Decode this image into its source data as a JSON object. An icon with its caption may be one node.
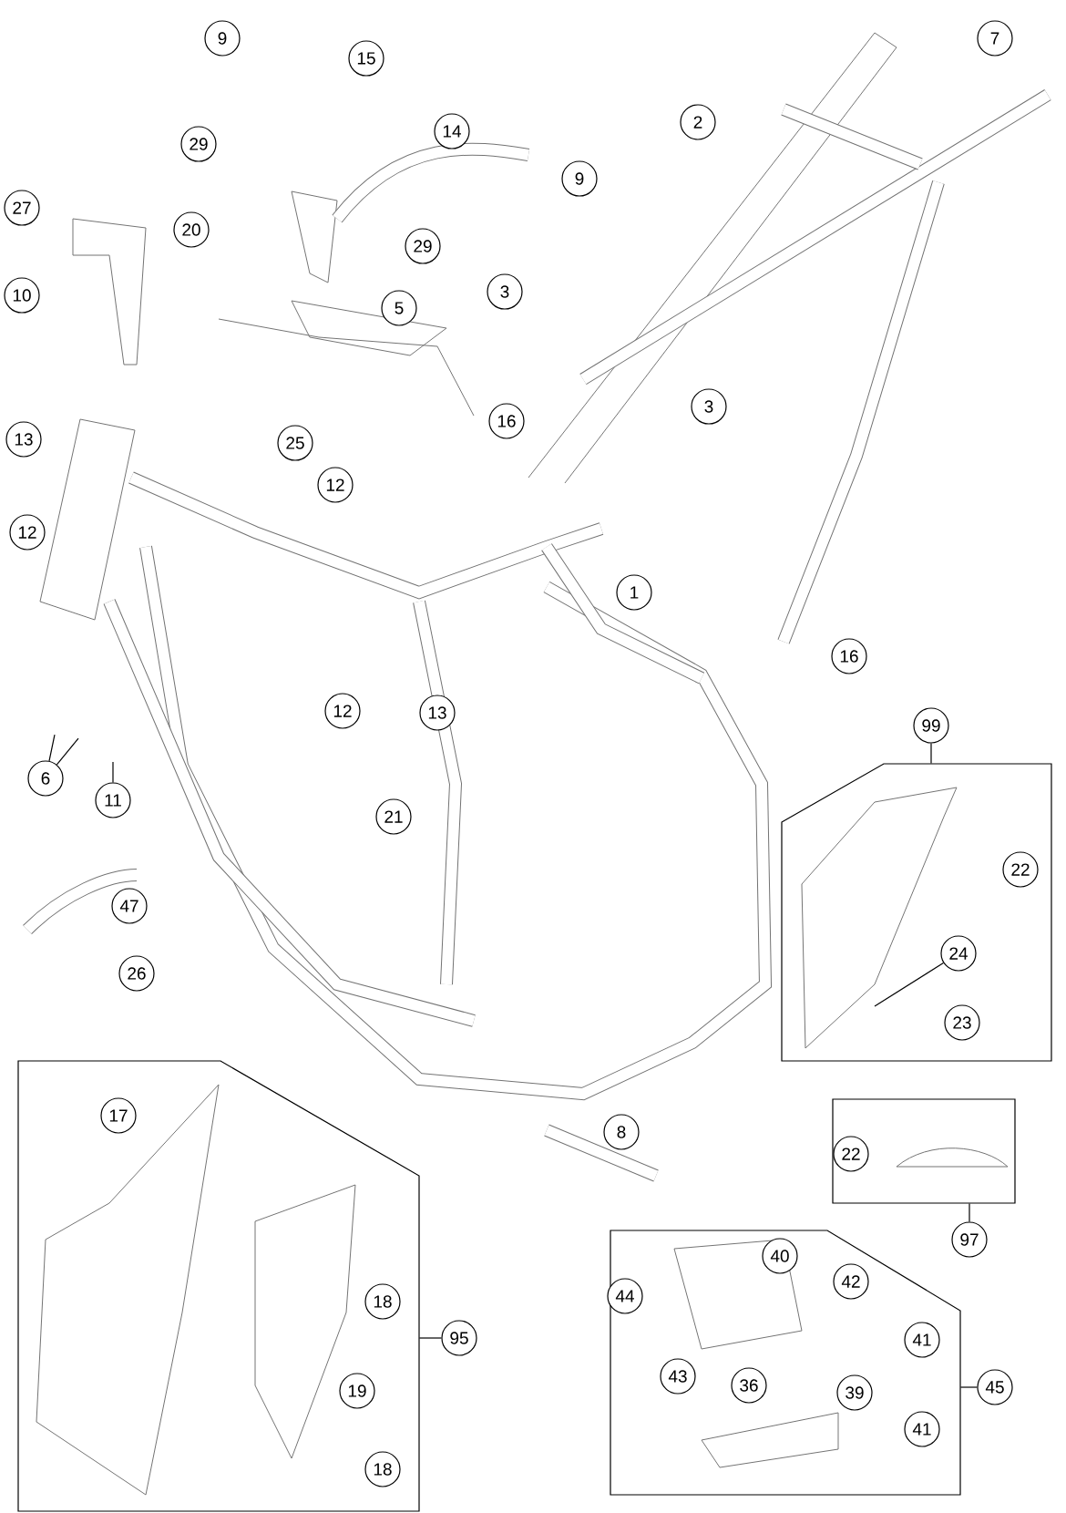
{
  "diagram": {
    "nodes": [
      {
        "text": [
          "6"
        ]
      },
      {
        "text": [
          "11"
        ]
      },
      {
        "text": [],
        "shape": "box"
      },
      {
        "text": [
          "99"
        ]
      },
      {
        "text": [
          "24"
        ],
        "in": 2
      },
      {
        "text": [],
        "shape": "box"
      },
      {
        "text": [
          "97"
        ]
      },
      {
        "text": [],
        "shape": "box"
      },
      {
        "text": [
          "95"
        ]
      },
      {
        "text": [],
        "shape": "box"
      },
      {
        "text": [
          "45"
        ]
      },
      {
        "text": [
          "9"
        ]
      },
      {
        "text": [
          "15"
        ]
      },
      {
        "text": [
          "7"
        ]
      },
      {
        "text": [
          "29"
        ]
      },
      {
        "text": [
          "14"
        ]
      },
      {
        "text": [
          "2"
        ]
      },
      {
        "text": [
          "9"
        ]
      },
      {
        "text": [
          "27"
        ]
      },
      {
        "text": [
          "20"
        ]
      },
      {
        "text": [
          "10"
        ]
      },
      {
        "text": [
          "29"
        ]
      },
      {
        "text": [
          "5"
        ]
      },
      {
        "text": [
          "3"
        ]
      },
      {
        "text": [
          "3"
        ]
      },
      {
        "text": [
          "13"
        ]
      },
      {
        "text": [
          "16"
        ]
      },
      {
        "text": [
          "25"
        ]
      },
      {
        "text": [
          "12"
        ]
      },
      {
        "text": [
          "12"
        ]
      },
      {
        "text": [
          "1"
        ]
      },
      {
        "text": [
          "12"
        ]
      },
      {
        "text": [
          "13"
        ]
      },
      {
        "text": [
          "16"
        ]
      },
      {
        "text": [
          "21"
        ]
      },
      {
        "text": [
          "22"
        ],
        "in": 2
      },
      {
        "text": [
          "47"
        ]
      },
      {
        "text": [
          "23"
        ],
        "in": 2
      },
      {
        "text": [
          "26"
        ]
      },
      {
        "text": [
          "22"
        ],
        "in": 5
      },
      {
        "text": [
          "8"
        ]
      },
      {
        "text": [
          "17"
        ],
        "in": 7
      },
      {
        "text": [
          "40"
        ],
        "in": 9
      },
      {
        "text": [
          "42"
        ],
        "in": 9
      },
      {
        "text": [
          "44"
        ],
        "in": 9
      },
      {
        "text": [
          "18"
        ],
        "in": 7
      },
      {
        "text": [
          "41"
        ],
        "in": 9
      },
      {
        "text": [
          "19"
        ],
        "in": 7
      },
      {
        "text": [
          "43"
        ],
        "in": 9
      },
      {
        "text": [
          "36"
        ],
        "in": 9
      },
      {
        "text": [
          "39"
        ],
        "in": 9
      },
      {
        "text": [
          "41"
        ],
        "in": 9
      },
      {
        "text": [
          "18"
        ],
        "in": 7
      }
    ],
    "edges": [
      {
        "from": 0,
        "to": null,
        "arrow": "none"
      },
      {
        "from": 0,
        "to": null,
        "arrow": "none"
      },
      {
        "from": 1,
        "to": null,
        "arrow": "none"
      },
      {
        "from": 3,
        "to": 2,
        "arrow": "none"
      },
      {
        "from": 4,
        "to": null,
        "arrow": "none"
      },
      {
        "from": 6,
        "to": 5,
        "arrow": "none"
      },
      {
        "from": 8,
        "to": 7,
        "arrow": "none"
      },
      {
        "from": 10,
        "to": 9,
        "arrow": "none"
      }
    ]
  }
}
